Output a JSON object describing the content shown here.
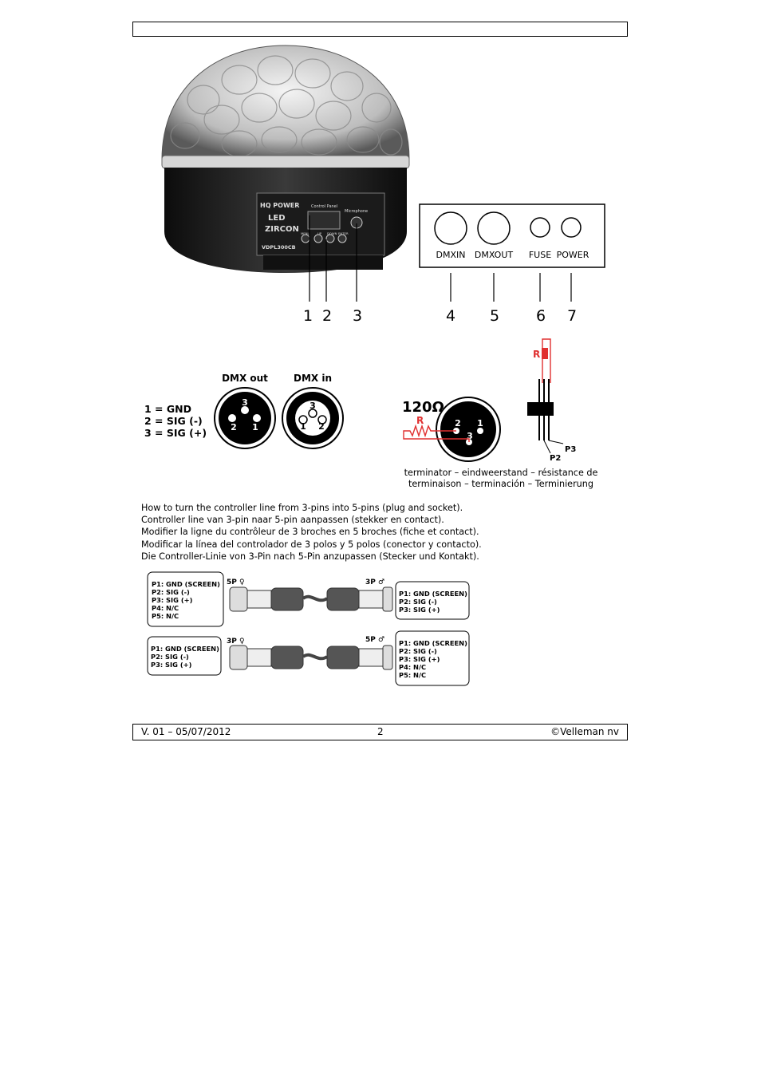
{
  "header": {
    "text": ""
  },
  "device": {
    "brand": "HQ POWER",
    "logo_line1": "LED",
    "logo_line2": "ZIRCON",
    "model": "VDPL300CB",
    "panel_title": "Control Panel",
    "microphone_label": "Microphone",
    "buttons": [
      "MENU",
      "UP",
      "DOWN",
      "ENTER"
    ]
  },
  "rear_panel": {
    "labels": [
      "DMXIN",
      "DMXOUT",
      "FUSE",
      "POWER"
    ]
  },
  "callouts": [
    "1",
    "2",
    "3",
    "4",
    "5",
    "6",
    "7"
  ],
  "pinout": {
    "legend": [
      "1 = GND",
      "2 = SIG (-)",
      "3 = SIG (+)"
    ],
    "dmx_out_title": "DMX out",
    "dmx_in_title": "DMX in",
    "out_pins": [
      "3",
      "2",
      "1"
    ],
    "in_pins": [
      "3",
      "1",
      "2"
    ]
  },
  "terminator": {
    "resistance": "120Ω",
    "r_label": "R",
    "pins": [
      "2",
      "1",
      "3"
    ],
    "r_label_top": "R",
    "p2": "P2",
    "p3": "P3",
    "caption_line1": "terminator – eindweerstand – résistance de",
    "caption_line2": "terminaison – terminación – Terminierung"
  },
  "instructions": [
    "How to turn the controller line from 3-pins into 5-pins (plug and socket).",
    "Controller line van 3-pin naar 5-pin aanpassen (stekker en contact).",
    "Modifier la ligne du contrôleur de 3 broches en 5 broches (fiche et contact).",
    "Modificar la línea del controlador de 3 polos y 5 polos (conector y contacto).",
    "Die Controller-Linie von 3-Pin nach 5-Pin anzupassen (Stecker und Kontakt)."
  ],
  "cables": {
    "top_left_pins": [
      "P1: GND (SCREEN)",
      "P2: SIG (-)",
      "P3: SIG (+)",
      "P4: N/C",
      "P5: N/C"
    ],
    "top_left_tag": "5P ♀",
    "top_right_tag": "3P ♂",
    "top_right_pins": [
      "P1: GND (SCREEN)",
      "P2: SIG (-)",
      "P3: SIG (+)"
    ],
    "bottom_left_pins": [
      "P1: GND (SCREEN)",
      "P2: SIG (-)",
      "P3: SIG (+)"
    ],
    "bottom_left_tag": "3P ♀",
    "bottom_right_tag": "5P ♂",
    "bottom_right_pins": [
      "P1: GND (SCREEN)",
      "P2: SIG (-)",
      "P3: SIG (+)",
      "P4: N/C",
      "P5: N/C"
    ]
  },
  "footer": {
    "version": "V. 01 – 05/07/2012",
    "page": "2",
    "copyright": "©Velleman nv"
  }
}
